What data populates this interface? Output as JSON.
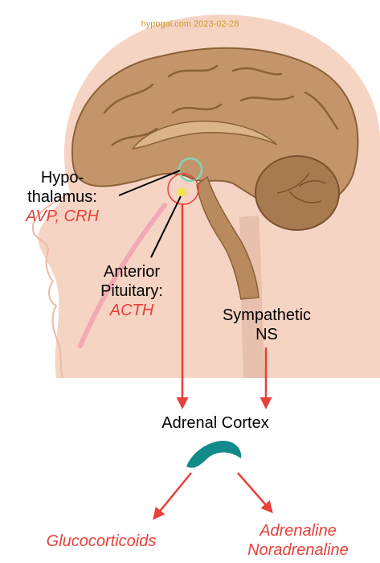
{
  "watermark": "hypogal.com 2023-02-28",
  "labels": {
    "hypothalamus_line1": "Hypo-",
    "hypothalamus_line2": "thalamus:",
    "hypothalamus_hormones": "AVP, CRH",
    "pituitary_line1": "Anterior",
    "pituitary_line2": "Pituitary:",
    "pituitary_hormone": "ACTH",
    "sympathetic_line1": "Sympathetic",
    "sympathetic_line2": "NS",
    "adrenal_cortex": "Adrenal Cortex",
    "output_left": "Glucocorticoids",
    "output_right_line1": "Adrenaline",
    "output_right_line2": "Noradrenaline"
  },
  "colors": {
    "skin": "#f6d4c3",
    "brain": "#c4956a",
    "brain_dark": "#8a6138",
    "arrow_red": "#e8403a",
    "gland": "#128a8a",
    "hypothalamus_ring": "#7fd6b8",
    "pituitary_dot": "#f1e54a"
  }
}
